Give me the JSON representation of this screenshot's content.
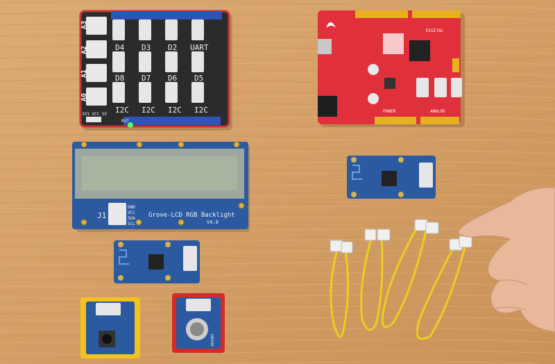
{
  "colors": {
    "wood": "#d8a46a",
    "shield_pcb": "#2a2a2a",
    "arduino_pcb": "#e0303c",
    "grove_pcb": "#2c5aa0",
    "header_blue": "#2e54b8",
    "header_yellow": "#e8b020",
    "lcd_screen": "#b8c4b0",
    "cable_yellow": "#e8d020",
    "connector_white": "#f0f0f0",
    "skin": "#e9b89a",
    "lego_yellow": "#f2c31c",
    "lego_red": "#d42a2a"
  },
  "base_shield": {
    "analog_labels": [
      "A3",
      "A2",
      "A1",
      "A0"
    ],
    "digital_labels": [
      "D4",
      "D3",
      "D2",
      "UART",
      "D8",
      "D7",
      "D6",
      "D5"
    ],
    "i2c_labels": [
      "I2C",
      "I2C",
      "I2C",
      "I2C"
    ],
    "power_label": "3V3 VCC 5V",
    "reset_label": "RST"
  },
  "lcd_module": {
    "title": "Grove-LCD RGB Backlight",
    "version": "V4.0",
    "j1_label": "J1",
    "pin_labels": [
      "GND",
      "VCC",
      "SDA",
      "SCL"
    ]
  },
  "arduino_board": {
    "digital_label": "DIGITAL",
    "power_label": "POWER",
    "analog_label": "ANALOG"
  },
  "rotary_module": {
    "label": "ROTARY"
  }
}
